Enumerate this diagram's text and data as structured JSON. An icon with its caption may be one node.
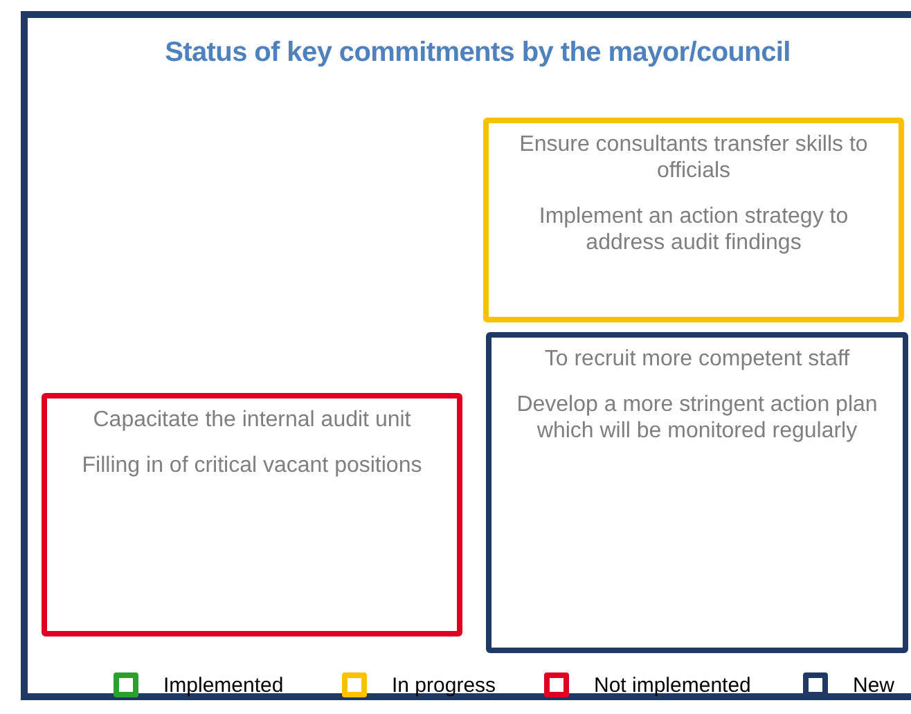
{
  "diagram": {
    "title": "Status of key commitments by the mayor/council",
    "nodes": [
      {
        "text": [
          "Ensure consultants transfer skills to officials",
          "Implement an action strategy to address audit findings"
        ]
      },
      {
        "text": [
          "To recruit more competent staff",
          "Develop a more stringent action plan which will be monitored regularly"
        ]
      },
      {
        "text": [
          "Capacitate the internal audit unit",
          "Filling in of critical vacant positions"
        ]
      }
    ],
    "edges": [],
    "legend": [
      {
        "text": "Implemented",
        "color": "#2ca02c"
      },
      {
        "text": "In progress",
        "color": "#ffc000"
      },
      {
        "text": "Not implemented",
        "color": "#e00022"
      },
      {
        "text": "New",
        "color": "#1f3864"
      }
    ]
  }
}
